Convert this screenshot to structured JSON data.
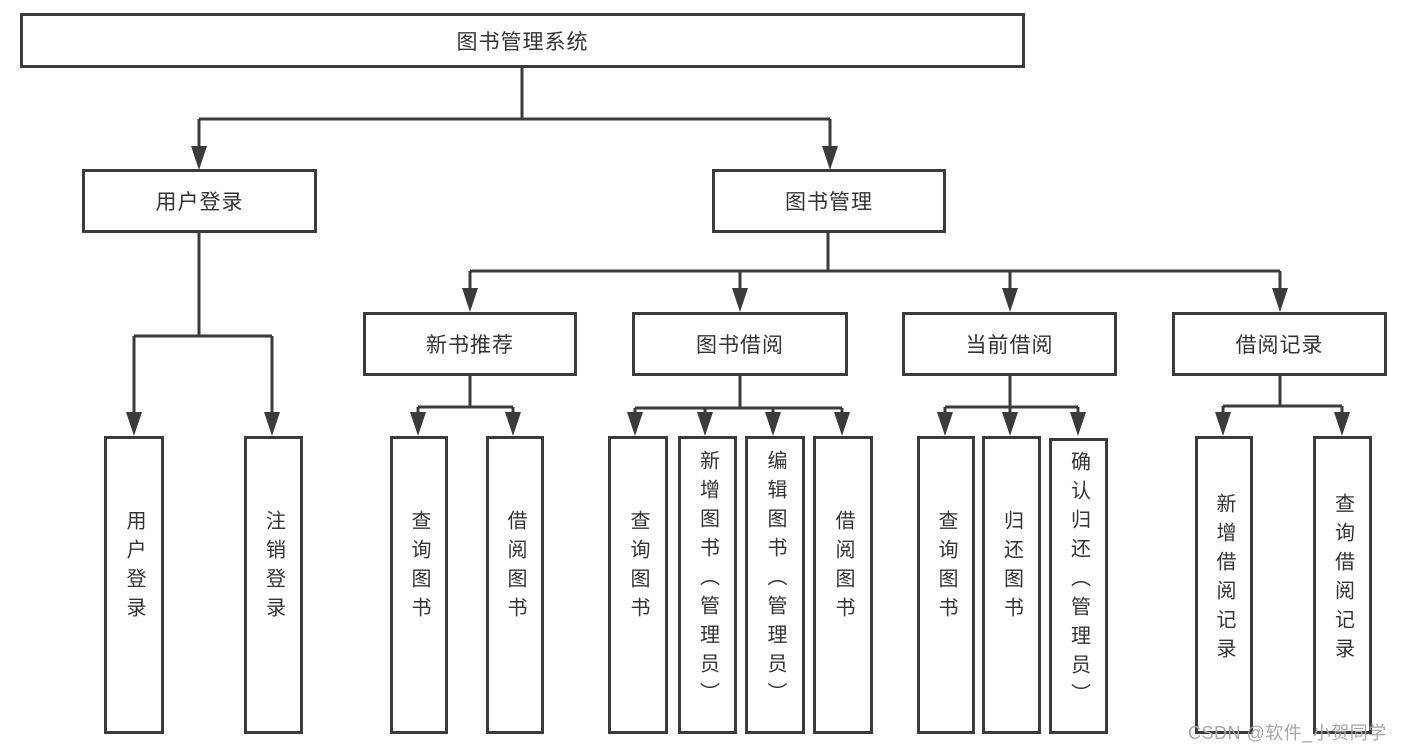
{
  "diagram": {
    "title": "图书管理系统",
    "root": {
      "label": "图书管理系统"
    },
    "level2": {
      "user_login": {
        "label": "用户登录"
      },
      "book_mgmt": {
        "label": "图书管理"
      }
    },
    "level3": {
      "new_book_rec": {
        "label": "新书推荐"
      },
      "book_borrow": {
        "label": "图书借阅"
      },
      "current_borrow": {
        "label": "当前借阅"
      },
      "borrow_record": {
        "label": "借阅记录"
      }
    },
    "leaves": {
      "user_login": {
        "label": "用户登录"
      },
      "logout": {
        "label": "注销登录"
      },
      "query_book_rec": {
        "label": "查询图书"
      },
      "borrow_book_rec": {
        "label": "借阅图书"
      },
      "query_book_borrow": {
        "label": "查询图书"
      },
      "add_book_admin": {
        "label": "新增图书（管理员）"
      },
      "edit_book_admin": {
        "label": "编辑图书（管理员）"
      },
      "borrow_book_borrow": {
        "label": "借阅图书"
      },
      "query_book_current": {
        "label": "查询图书"
      },
      "return_book": {
        "label": "归还图书"
      },
      "confirm_return_admin": {
        "label": "确认归还（管理员）"
      },
      "add_borrow_record": {
        "label": "新增借阅记录"
      },
      "query_borrow_record": {
        "label": "查询借阅记录"
      }
    }
  },
  "watermark": {
    "text": "CSDN @软件_小贺同学"
  },
  "colors": {
    "line": "#3b3b3b",
    "text": "#333333",
    "background": "#ffffff",
    "watermark": "#a6a6a6"
  }
}
